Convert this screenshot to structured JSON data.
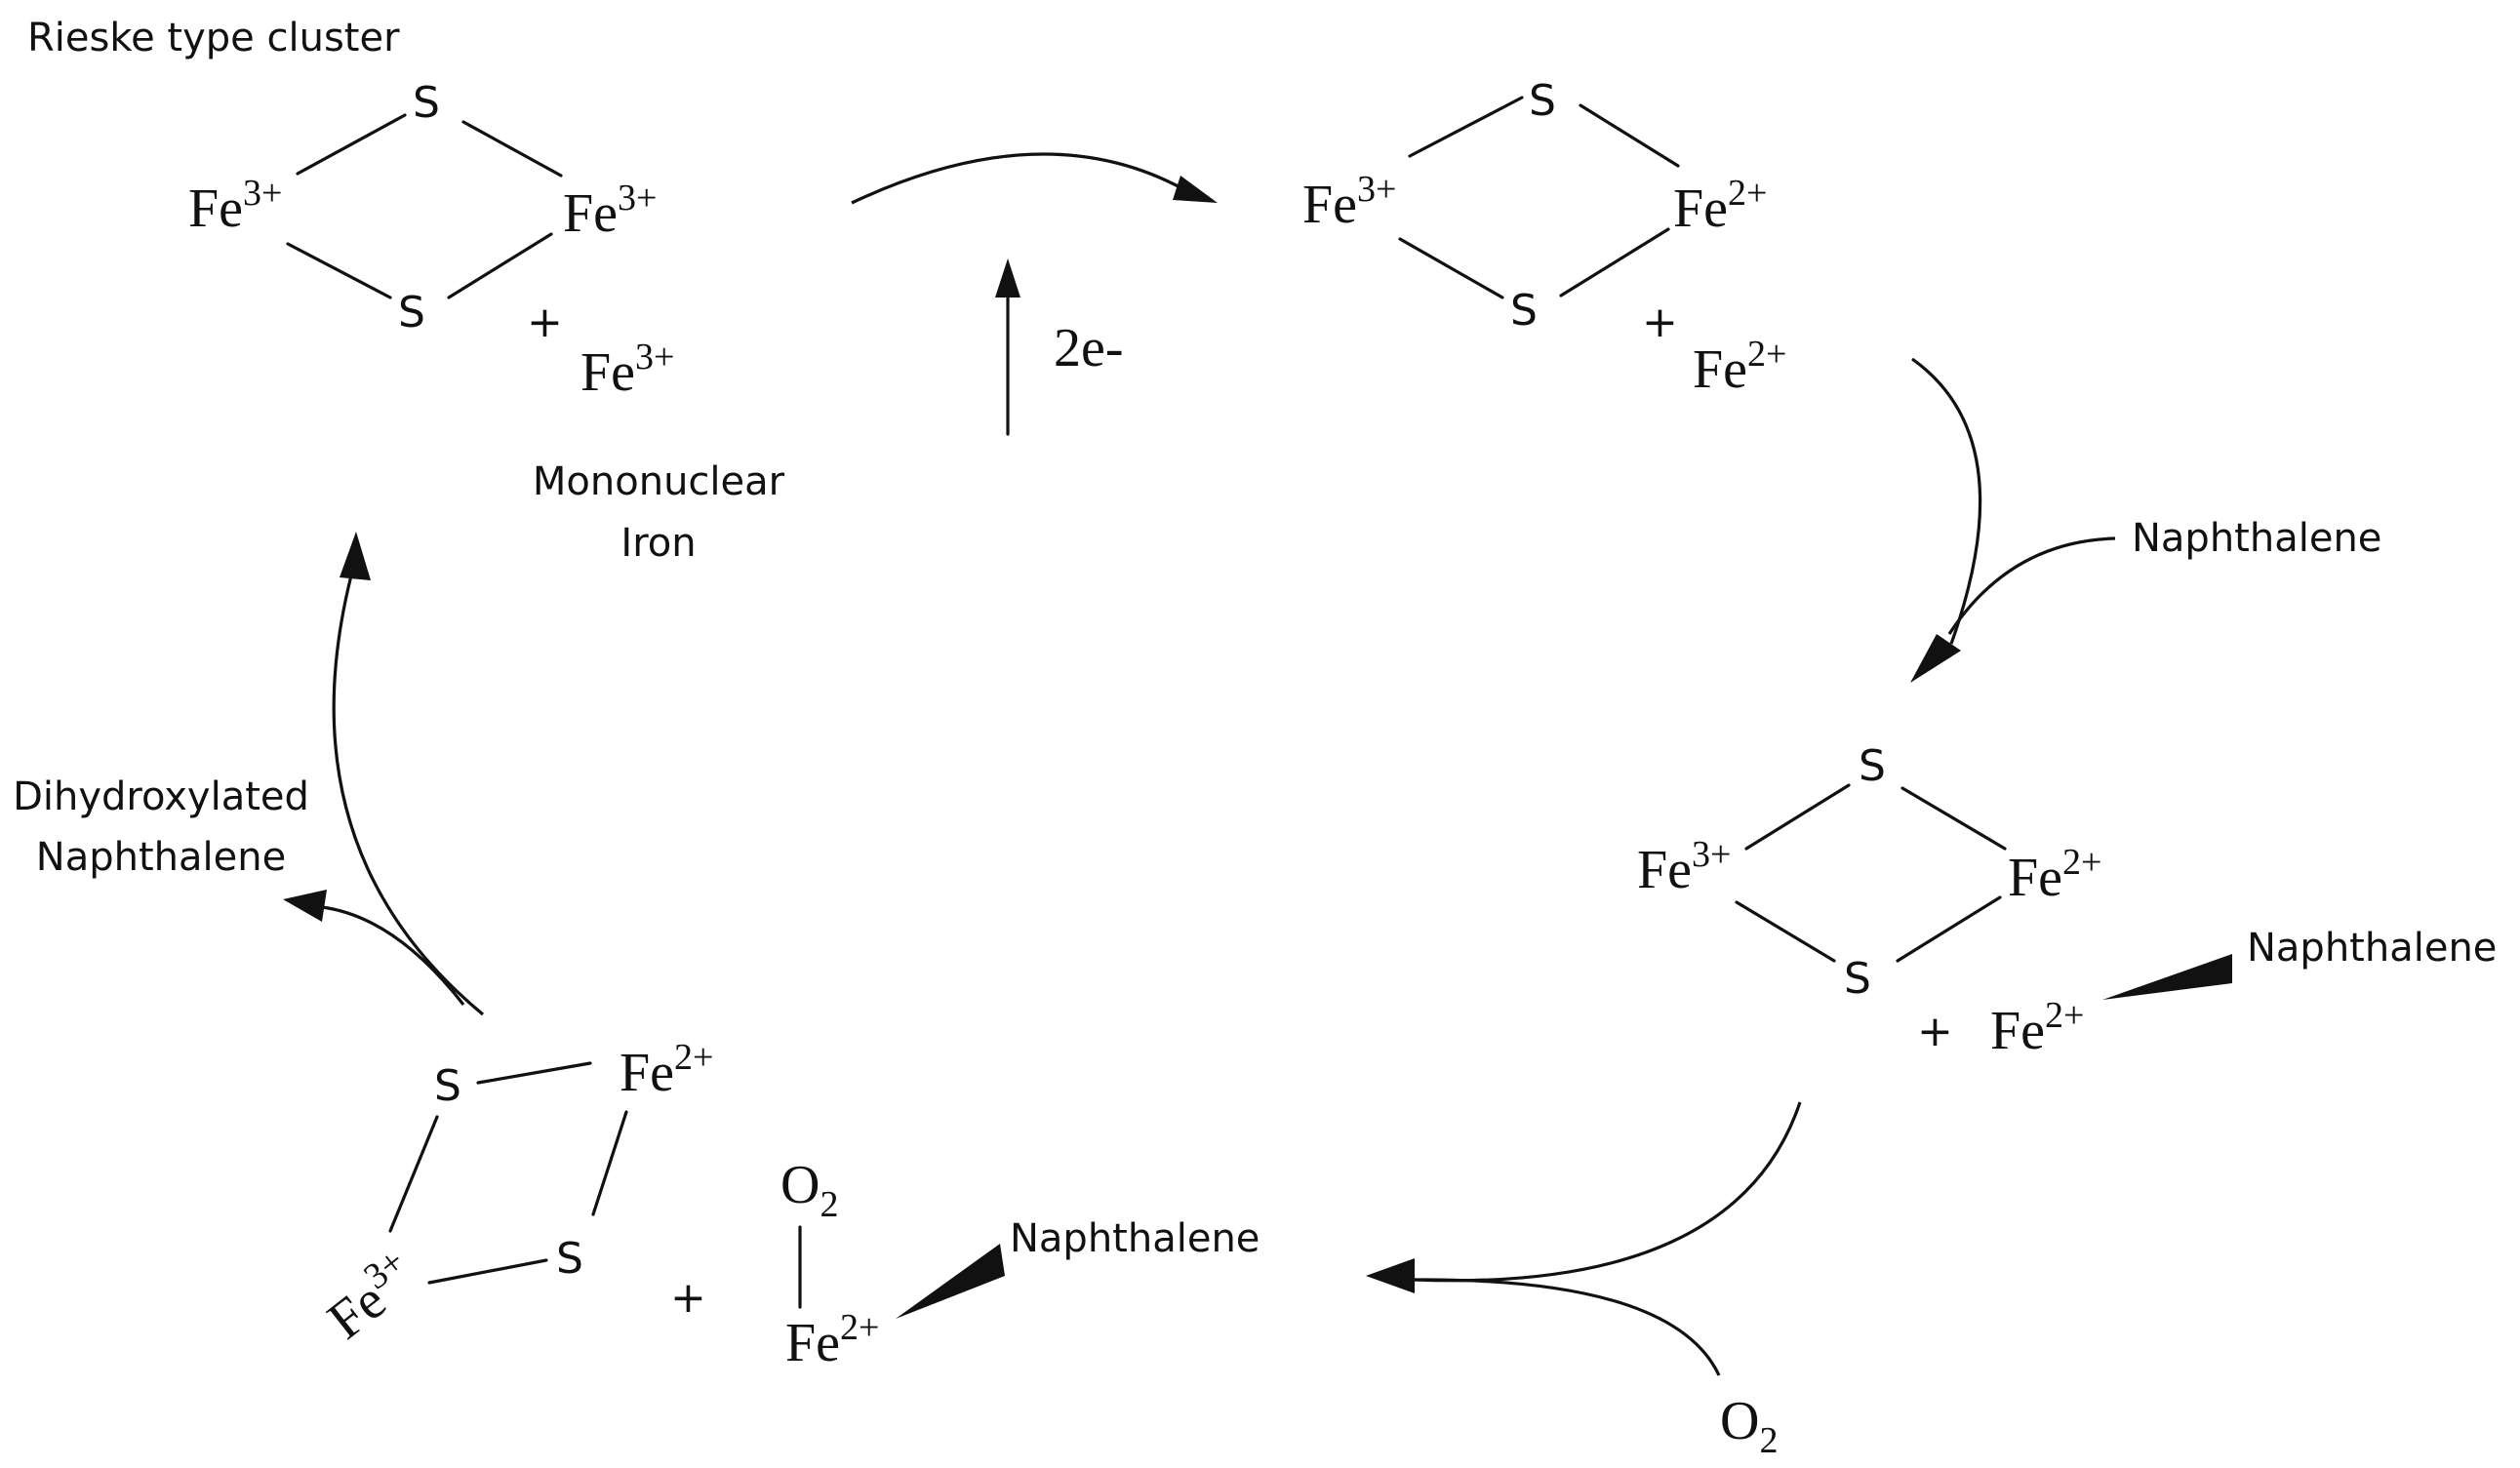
{
  "title": "Rieske type cluster",
  "atoms": {
    "iron": "Fe",
    "sulfur": "S",
    "oxygen": "O",
    "o2_sub": "2"
  },
  "charges": {
    "ferric": "3+",
    "ferrous": "2+"
  },
  "plus": "+",
  "labels": {
    "mononuclear_line1": "Mononuclear",
    "mononuclear_line2": "Iron",
    "electrons": "2e-",
    "naphthalene": "Naphthalene",
    "product_line1": "Dihydroxylated",
    "product_line2": "Naphthalene"
  },
  "colors": {
    "ink": "#111111",
    "background": "#ffffff"
  }
}
